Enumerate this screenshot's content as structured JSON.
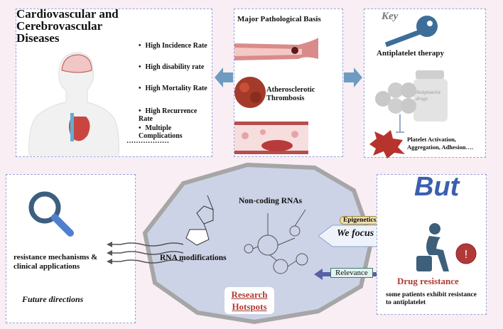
{
  "top_left": {
    "title": "Cardiovascular and Cerebrovascular Diseases",
    "items": [
      "High Incidence Rate",
      "High disability rate",
      "High Mortality Rate",
      "High Recurrence Rate",
      "Multiple Complications"
    ],
    "ellipsis": "………………"
  },
  "top_middle": {
    "title": "Major Pathological Basis",
    "label": "Atherosclerotic Thrombosis"
  },
  "top_right": {
    "key": "Key",
    "therapy": "Antiplatelet therapy",
    "bottle_label": "Antiplatelet drugs",
    "platelet": "Platelet Activation, Aggregation,  Adhesion…."
  },
  "bottom_left": {
    "mechanisms": "resistance mechanisms & clinical applications",
    "future": "Future directions"
  },
  "center": {
    "ncrna": "Non-coding RNAs",
    "rna_mod": "RNA modifications",
    "hotspots": "Research Hotspots",
    "epigenetics": "Epigenetics",
    "focus": "We focus",
    "relevance": "Relevance"
  },
  "bottom_right": {
    "but": "But",
    "drug_resistance": "Drug resistance",
    "desc": "some patients exhibit resistance to antiplatelet"
  },
  "colors": {
    "background": "#f8eef4",
    "arrow": "#6e9cc0",
    "blob": "#cdd3e6",
    "accent_red": "#b03a32",
    "but_blue": "#3b5fae",
    "person": "#3e5f7a"
  }
}
